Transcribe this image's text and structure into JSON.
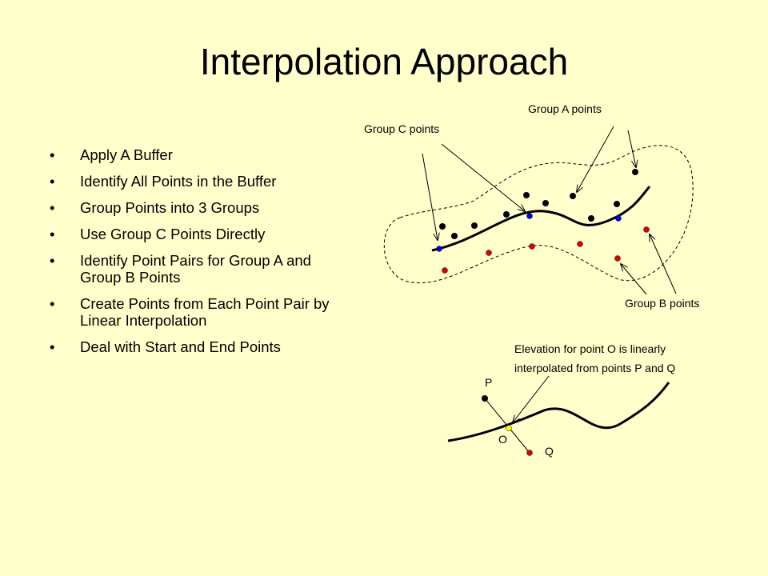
{
  "slide": {
    "title": "Interpolation Approach",
    "bullets": [
      {
        "text": "Apply A Buffer"
      },
      {
        "text": "Identify All Points in the Buffer"
      },
      {
        "text": "Group Points into 3 Groups"
      },
      {
        "text": "Use Group C Points Directly"
      },
      {
        "text": "Identify Point Pairs for Group A and Group B Points"
      },
      {
        "text": "Create Points from Each Point Pair by Linear Interpolation"
      },
      {
        "text": "Deal with Start and End Points"
      }
    ]
  },
  "diagram": {
    "labels": {
      "group_a": "Group A points",
      "group_c": "Group C points",
      "group_b": "Group B points",
      "note_line1": "Elevation for point O is linearly",
      "note_line2": "interpolated from points P and Q",
      "p": "P",
      "o": "O",
      "q": "Q"
    },
    "colors": {
      "group_a": "#000000",
      "group_b": "#dd0000",
      "group_c": "#0000dd",
      "point_o": "#ffff00",
      "background": "#ffffcc"
    }
  }
}
